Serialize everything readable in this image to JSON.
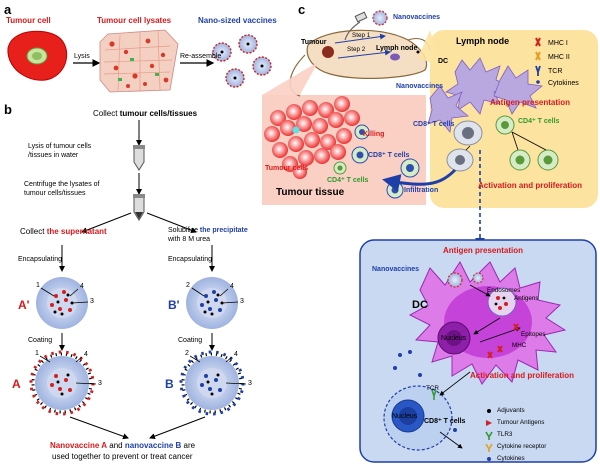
{
  "panels": {
    "a": "a",
    "b": "b",
    "c": "c"
  },
  "panel_a": {
    "tumour_cell": "Tumour cell",
    "tumour_cell_lysates": "Tumour cell lysates",
    "nano_vaccines": "Nano-sized vaccines",
    "lysis": "Lysis",
    "reassemble": "Re-assemble"
  },
  "panel_b": {
    "collect_prefix": "Collect ",
    "collect_bold": "tumour cells/tissues",
    "lysis_line1": "Lysis of tumour cells",
    "lysis_line2": "/tissues in water",
    "centrifuge_line1": "Centrifuge the lysates of",
    "centrifuge_line2": "tumour cells/tissues",
    "collect_sup_prefix": "Collect ",
    "collect_sup_bold": "the supernatant",
    "solubilize_prefix": "Solubilize ",
    "solubilize_bold": "the precipitate",
    "solubilize_line2": "with 8 M urea",
    "encapsulating_left": "Encapsulating",
    "encapsulating_right": "Encapsulating",
    "coating_left": "Coating",
    "coating_right": "Coating",
    "a_prime": "A'",
    "b_prime": "B'",
    "a": "A",
    "b": "B",
    "num1": "1",
    "num2": "2",
    "num3": "3",
    "num4": "4",
    "bottom_a": "Nanovaccine A",
    "bottom_and": " and ",
    "bottom_b": "nanovaccine B",
    "bottom_are": " are",
    "bottom_line2": "used together to prevent or treat cancer"
  },
  "panel_c": {
    "nanovaccines_top": "Nanovaccines",
    "tumour": "Tumour",
    "step1": "Step 1",
    "step2": "Step 2",
    "lymph_node_small": "Lymph node",
    "lymph_node_title": "Lymph node",
    "dc": "DC",
    "nanovaccines_mid": "Nanovaccines",
    "mhc1": "MHC I",
    "mhc2": "MHC II",
    "tcr": "TCR",
    "cytokines": "Cytokines",
    "antigen_presentation": "Antigen presentation",
    "cd8_lymph": "CD8⁺ T cells",
    "cd4_lymph": "CD4⁺ T cells",
    "activation": "Activation and proliferation",
    "infiltration": "Infiltration",
    "killing": "Killing",
    "cd8_tumour": "CD8⁺ T cells",
    "tumour_cells": "Tumour cells",
    "cd4_tumour": "CD4⁺ T cells",
    "tumour_tissue": "Tumour tissue"
  },
  "zoom": {
    "antigen_presentation": "Antigen presentation",
    "nanovaccines": "Nanovaccines",
    "dc": "DC",
    "endosomes": "Endosomes",
    "antigens": "Antigens",
    "nucleus_dc": "Nucleus",
    "epitopes": "Epitopes",
    "mhc": "MHC",
    "activation": "Activation and proliferation",
    "tcr": "TCR",
    "nucleus_t": "Nucleus",
    "cd8": "CD8⁺ T cells"
  },
  "legend": {
    "adjuvants": "Adjuvants",
    "tumour_antigens": "Tumour Antigens",
    "tlr3": "TLR3",
    "cytokine_receptor": "Cytokine receptor",
    "cytokines": "Cytokines"
  },
  "colors": {
    "red": "#d7191c",
    "blue": "#1f3fa8",
    "green": "#2f9a2f",
    "lymph_bg": "#fde3a0",
    "tumour_bg": "#fbd0c4",
    "zoom_bg": "#c9d9f2",
    "dc_purple": "#c23ad6"
  }
}
